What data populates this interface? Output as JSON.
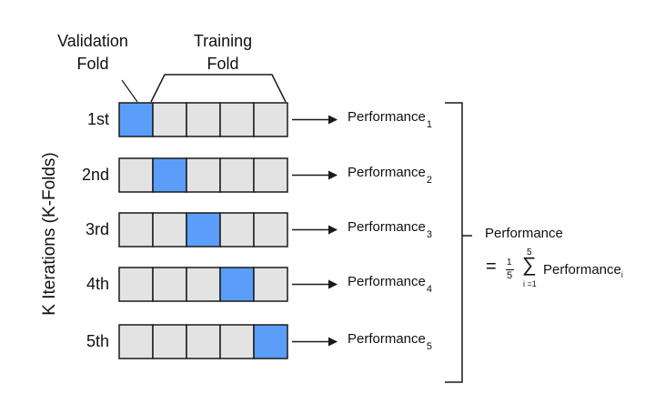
{
  "headers": {
    "validation_line1": "Validation",
    "validation_line2": "Fold",
    "training_line1": "Training",
    "training_line2": "Fold"
  },
  "y_axis_label": "K Iterations (K-Folds)",
  "colors": {
    "validation_fold": "#5b9ef9",
    "training_fold": "#e3e3e3",
    "border": "#1a1a1a"
  },
  "folds_per_row": 5,
  "iterations": [
    {
      "label": "1st",
      "validation_index": 0,
      "result": "Performance",
      "subscript": "1"
    },
    {
      "label": "2nd",
      "validation_index": 1,
      "result": "Performance",
      "subscript": "2"
    },
    {
      "label": "3rd",
      "validation_index": 2,
      "result": "Performance",
      "subscript": "3"
    },
    {
      "label": "4th",
      "validation_index": 3,
      "result": "Performance",
      "subscript": "4"
    },
    {
      "label": "5th",
      "validation_index": 4,
      "result": "Performance",
      "subscript": "5"
    }
  ],
  "summary": {
    "title": "Performance",
    "equals": "=",
    "frac_num": "1",
    "frac_den": "5",
    "sum_upper": "5",
    "sum_symbol": "∑",
    "sum_lower": "i =1",
    "term": "Performance",
    "term_sub": "i"
  }
}
